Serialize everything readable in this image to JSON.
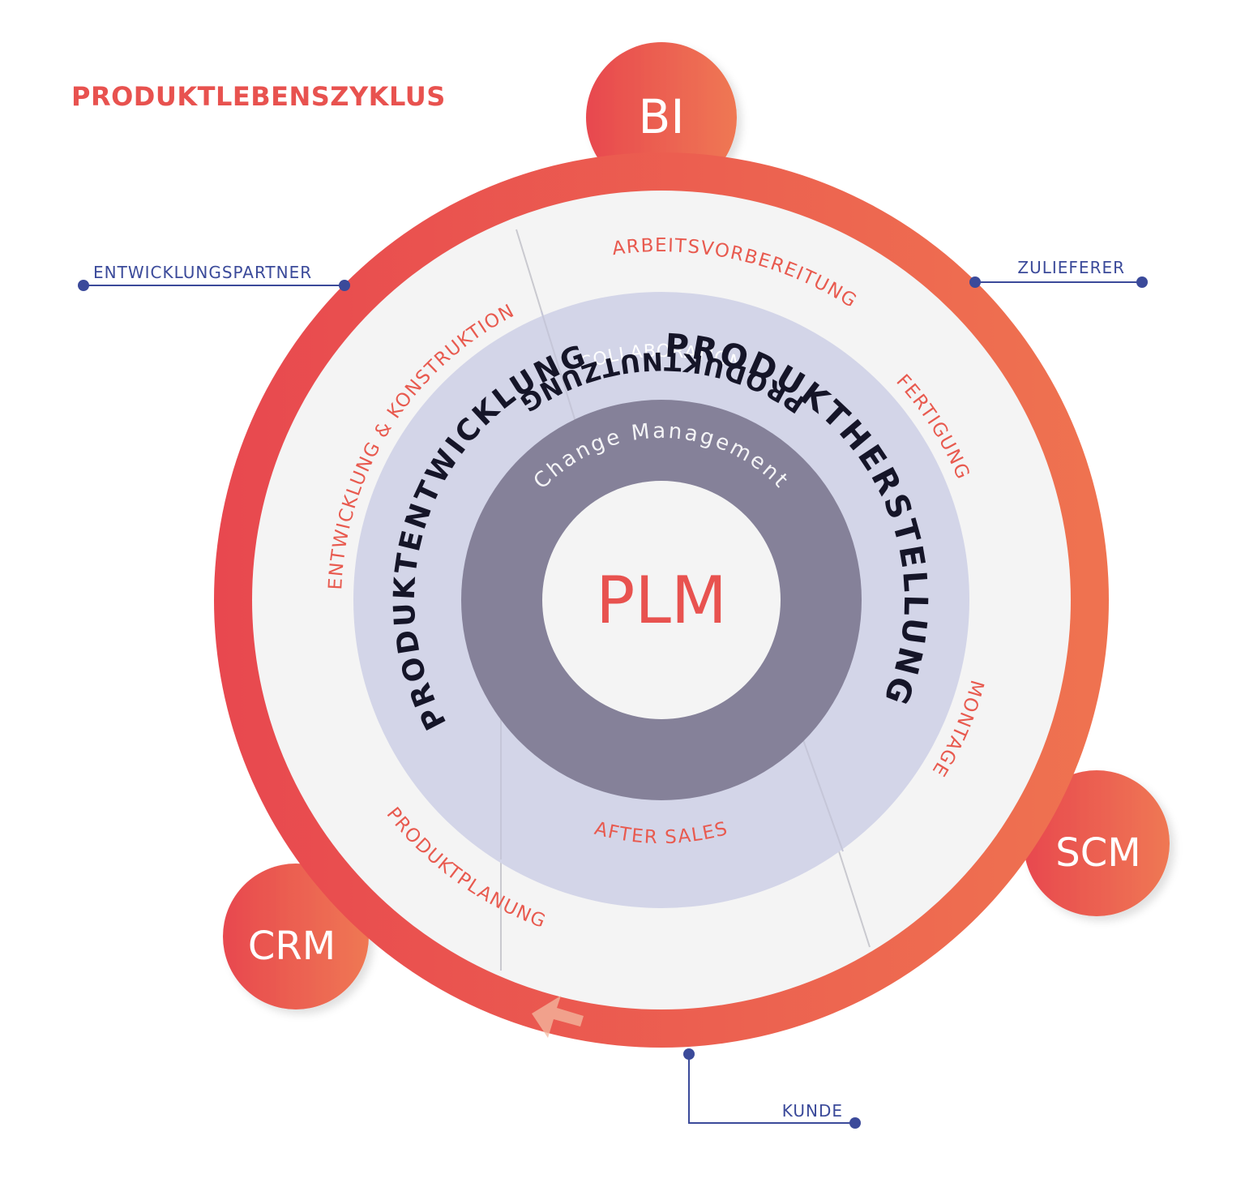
{
  "title": "PRODUKTLEBENSZYKLUS",
  "colors": {
    "accent": "#e8524f",
    "accent_light": "#ef7350",
    "ring_bg": "#f4f4f4",
    "phase_ring": "#d3d5e8",
    "core_ring": "#858199",
    "connector": "#3b4a9a"
  },
  "center": {
    "label": "PLM"
  },
  "core_ring": {
    "label": "Change Management"
  },
  "outer_ring": {
    "label": "COLLABORATION"
  },
  "phases": {
    "entwicklung": "PRODUKTENTWICKLUNG",
    "herstellung": "PRODUKTHERSTELLUNG",
    "nutzung": "PRODUKTNUTZUNG"
  },
  "steps": {
    "arbeitsvorbereitung": "ARBEITSVORBEREITUNG",
    "fertigung": "FERTIGUNG",
    "montage": "MONTAGE",
    "after_sales": "AFTER SALES",
    "produktplanung": "PRODUKTPLANUNG",
    "entwicklung_konstruktion": "ENTWICKLUNG & KONSTRUKTION"
  },
  "bubbles": {
    "bi": "BI",
    "scm": "SCM",
    "crm": "CRM"
  },
  "external": {
    "entwicklungspartner": "ENTWICKLUNGSPARTNER",
    "zulieferer": "ZULIEFERER",
    "kunde": "KUNDE"
  }
}
